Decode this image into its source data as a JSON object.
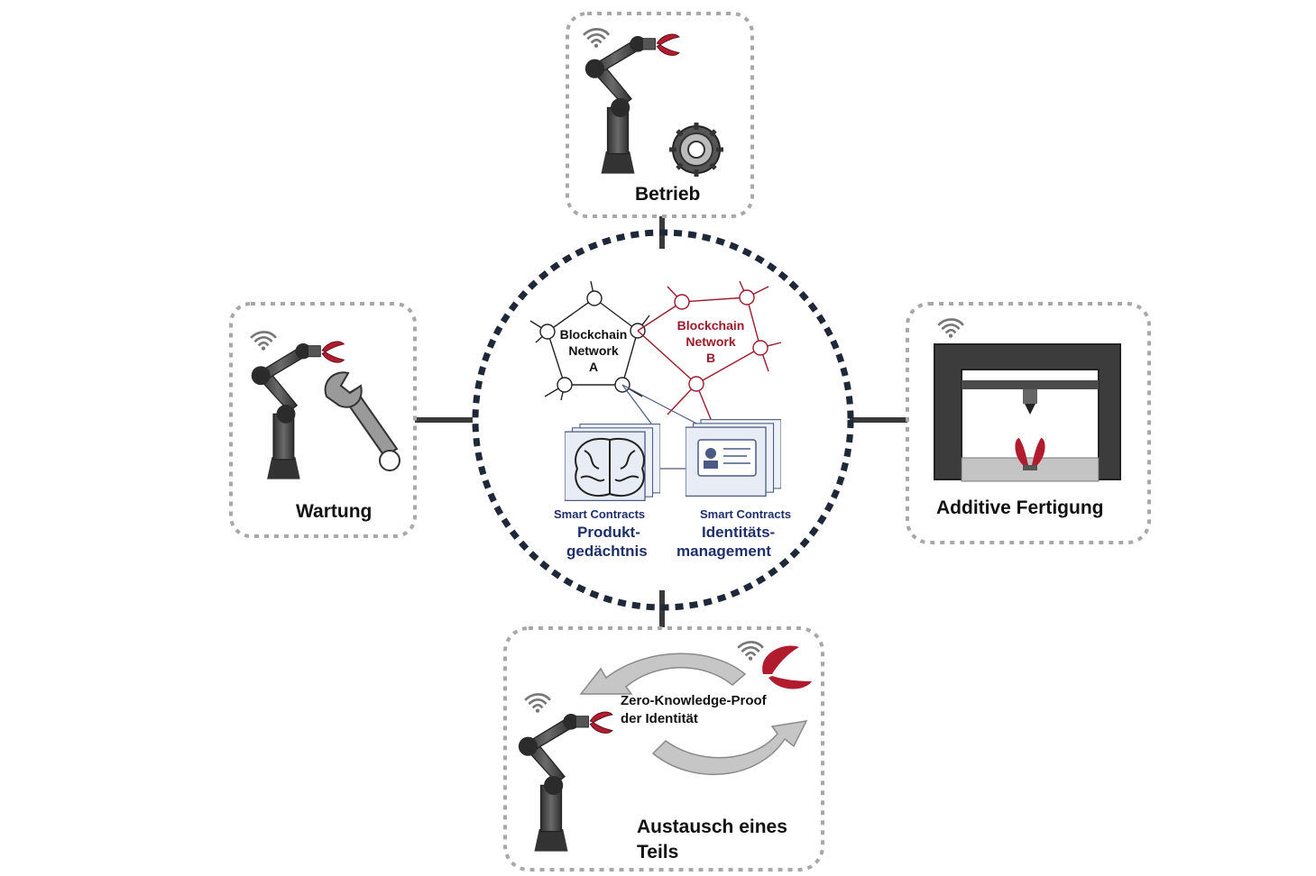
{
  "modules": {
    "top": {
      "label": "Betrieb"
    },
    "left": {
      "label": "Wartung"
    },
    "right": {
      "label": "Additive Fertigung"
    },
    "bottom": {
      "label_line1": "Austausch eines",
      "label_line2": "Teils"
    }
  },
  "center": {
    "network_a": {
      "line1": "Blockchain",
      "line2": "Network",
      "line3": "A"
    },
    "network_b": {
      "line1": "Blockchain",
      "line2": "Network",
      "line3": "B"
    },
    "smart_contract_1": {
      "caption": "Smart Contracts",
      "title_line1": "Produkt-",
      "title_line2": "gedächtnis"
    },
    "smart_contract_2": {
      "caption": "Smart Contracts",
      "title_line1": "Identitäts-",
      "title_line2": "management"
    }
  },
  "zkp": {
    "line1": "Zero-Knowledge-Proof",
    "line2": "der Identität"
  },
  "colors": {
    "network_b": "#9b1b2a",
    "smart_contracts": "#1f2f6b",
    "robot": "#4a4a4a",
    "gripper": "#b01c2e",
    "dashed_box": "#a8a8a8"
  }
}
